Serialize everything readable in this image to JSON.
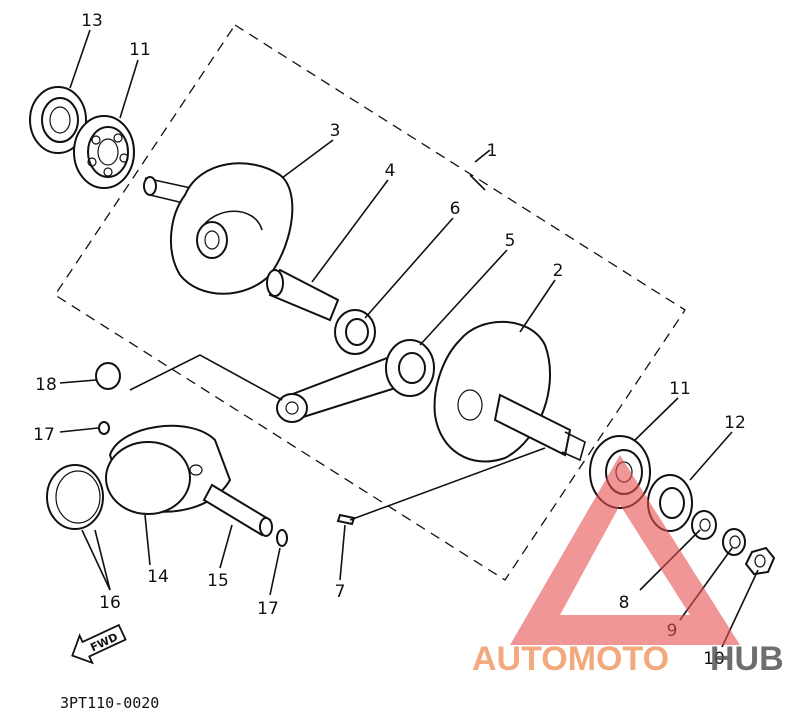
{
  "diagram": {
    "callouts": {
      "p1": "1",
      "p2": "2",
      "p3": "3",
      "p4": "4",
      "p5": "5",
      "p6": "6",
      "p7": "7",
      "p8": "8",
      "p9": "9",
      "p10": "10",
      "p11a": "11",
      "p11b": "11",
      "p12": "12",
      "p13": "13",
      "p14": "14",
      "p15": "15",
      "p16": "16",
      "p17a": "17",
      "p17b": "17",
      "p18": "18"
    },
    "fwd_label": "FWD",
    "drawing_code": "3PT110-0020"
  },
  "watermark": {
    "text_part1": "AUTOMOTO",
    "text_part2": "HUB",
    "color_primary": "#f0a070",
    "color_secondary": "#555555",
    "triangle_color": "#e85050"
  }
}
